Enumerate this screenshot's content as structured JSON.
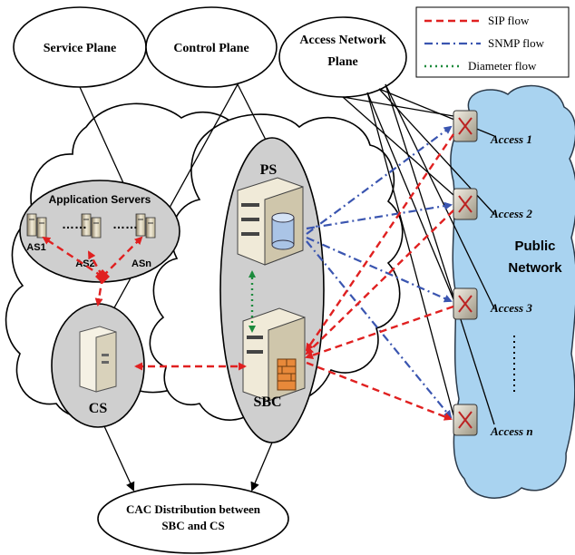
{
  "planes": {
    "service": "Service Plane",
    "control": "Control Plane",
    "access_line1": "Access Network",
    "access_line2": "Plane"
  },
  "nodes": {
    "app_servers_title": "Application Servers",
    "as1": "AS1",
    "as2": "AS2",
    "asn": "ASn",
    "cs": "CS",
    "ps": "PS",
    "sbc": "SBC",
    "public_network_line1": "Public",
    "public_network_line2": "Network",
    "access": [
      "Access 1",
      "Access 2",
      "Access 3",
      "Access n"
    ]
  },
  "cac": {
    "line1": "CAC Distribution between",
    "line2": "SBC and CS"
  },
  "legend": {
    "items": [
      {
        "label": "SIP flow",
        "color": "#e02020",
        "icon": "dashed-line"
      },
      {
        "label": "SNMP flow",
        "color": "#3a55b0",
        "icon": "dash-dot-line"
      },
      {
        "label": "Diameter flow",
        "color": "#1c8a3c",
        "icon": "dotted-line"
      }
    ]
  },
  "colors": {
    "sip": "#e02020",
    "snmp": "#3a55b0",
    "diameter": "#1c8a3c",
    "public_network_fill": "#a9d3f0",
    "server_group_fill": "#cfcfcf"
  }
}
